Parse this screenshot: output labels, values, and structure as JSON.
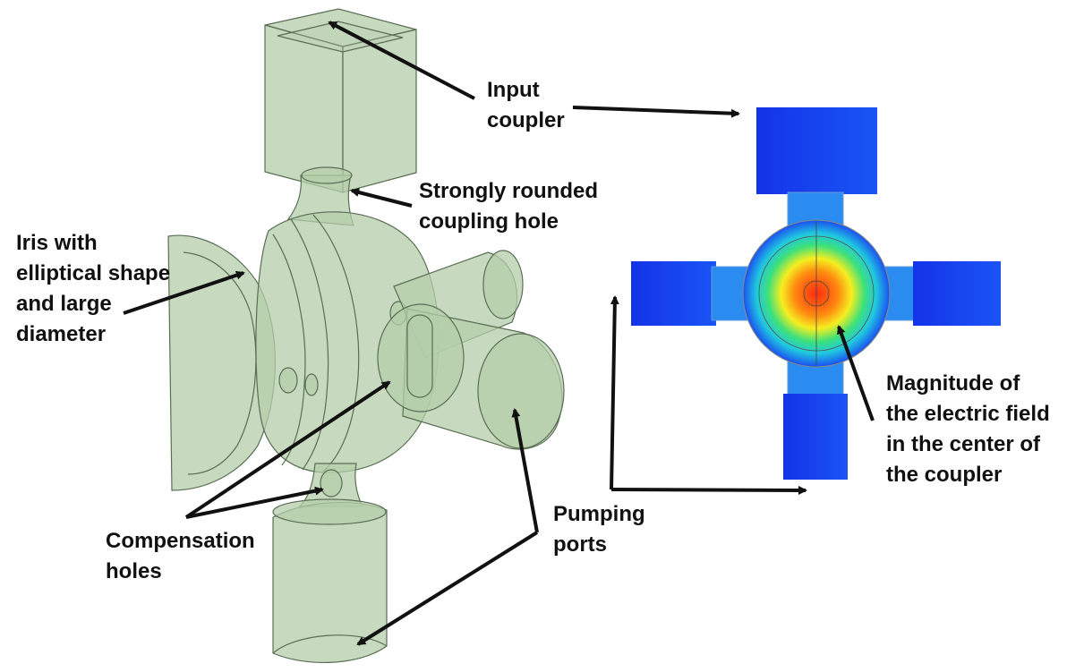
{
  "labels": {
    "input_coupler": [
      "Input",
      "coupler"
    ],
    "coupling_hole": [
      "Strongly rounded",
      "coupling hole"
    ],
    "iris": [
      "Iris with",
      "elliptical shape",
      "and large",
      "diameter"
    ],
    "compensation_holes": [
      "Compensation",
      "holes"
    ],
    "pumping_ports": [
      "Pumping",
      "ports"
    ],
    "field_magnitude": [
      "Magnitude of",
      "the electric field",
      "in the center of",
      "the coupler"
    ]
  },
  "colors": {
    "model_fill": "#b4cdaa",
    "model_edge": "#5a6e55",
    "field_low": "#1a33f0",
    "field_mid": "#3de07a",
    "field_high": "#ff2a10",
    "arrow": "#111111"
  }
}
